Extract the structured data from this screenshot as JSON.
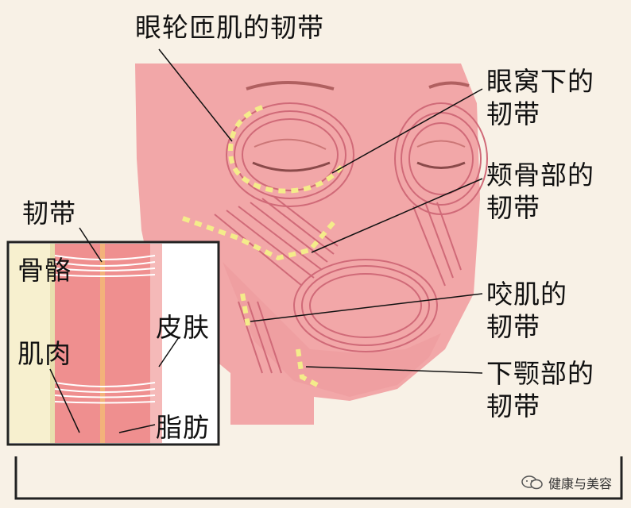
{
  "labels": {
    "orbicularis": "眼轮匝肌的韧带",
    "infraorbital": "眼窝下的韧带",
    "zygomatic": "颊骨部的韧带",
    "masseter": "咬肌的韧带",
    "mandibular": "下颚部的韧带"
  },
  "inset": {
    "ligament": "韧带",
    "bone": "骨骼",
    "muscle": "肌肉",
    "skin": "皮肤",
    "fat": "脂肪"
  },
  "watermark": {
    "text": "健康与美容",
    "icon": "wechat-icon"
  },
  "colors": {
    "background": "#f8f1e6",
    "skin": "#f2a7a8",
    "muscle_line": "#d06a78",
    "ligament_dash": "#f4ec8a",
    "inset_border": "#222222"
  }
}
